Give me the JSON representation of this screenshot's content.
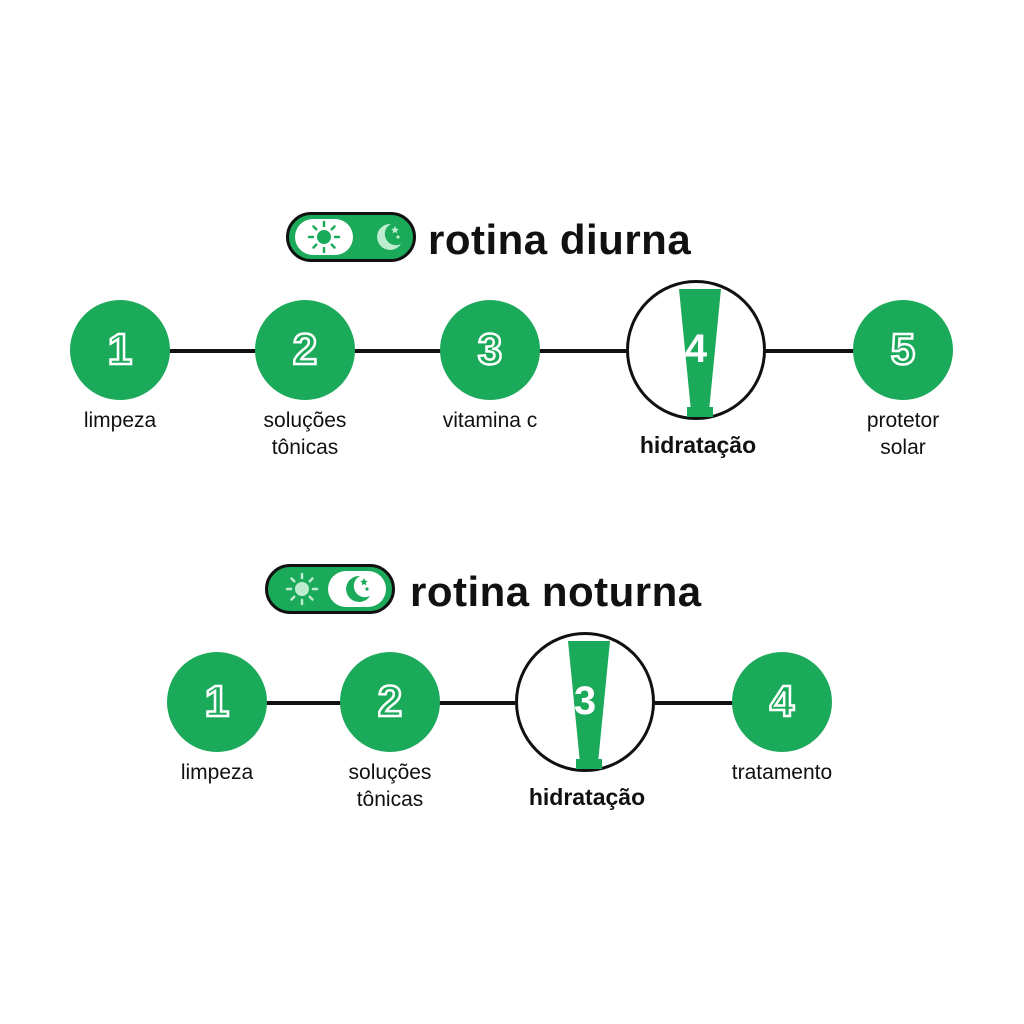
{
  "colors": {
    "green": "#1ba95a",
    "ink": "#111111",
    "white": "#ffffff"
  },
  "day": {
    "title": "rotina diurna",
    "toggle": {
      "state": "day",
      "icons": [
        "sun-icon",
        "moon-stars-icon"
      ]
    },
    "steps": [
      {
        "number": "1",
        "label_lines": [
          "limpeza"
        ]
      },
      {
        "number": "2",
        "label_lines": [
          "soluções",
          "tônicas"
        ]
      },
      {
        "number": "3",
        "label_lines": [
          "vitamina c"
        ]
      },
      {
        "number": "4",
        "label_lines": [
          "hidratação"
        ],
        "highlight": true,
        "icon": "cream-tube-icon"
      },
      {
        "number": "5",
        "label_lines": [
          "protetor",
          "solar"
        ]
      }
    ]
  },
  "night": {
    "title": "rotina noturna",
    "toggle": {
      "state": "night",
      "icons": [
        "sun-icon",
        "moon-stars-icon"
      ]
    },
    "steps": [
      {
        "number": "1",
        "label_lines": [
          "limpeza"
        ]
      },
      {
        "number": "2",
        "label_lines": [
          "soluções",
          "tônicas"
        ]
      },
      {
        "number": "3",
        "label_lines": [
          "hidratação"
        ],
        "highlight": true,
        "icon": "cream-tube-icon"
      },
      {
        "number": "4",
        "label_lines": [
          "tratamento"
        ]
      }
    ]
  }
}
